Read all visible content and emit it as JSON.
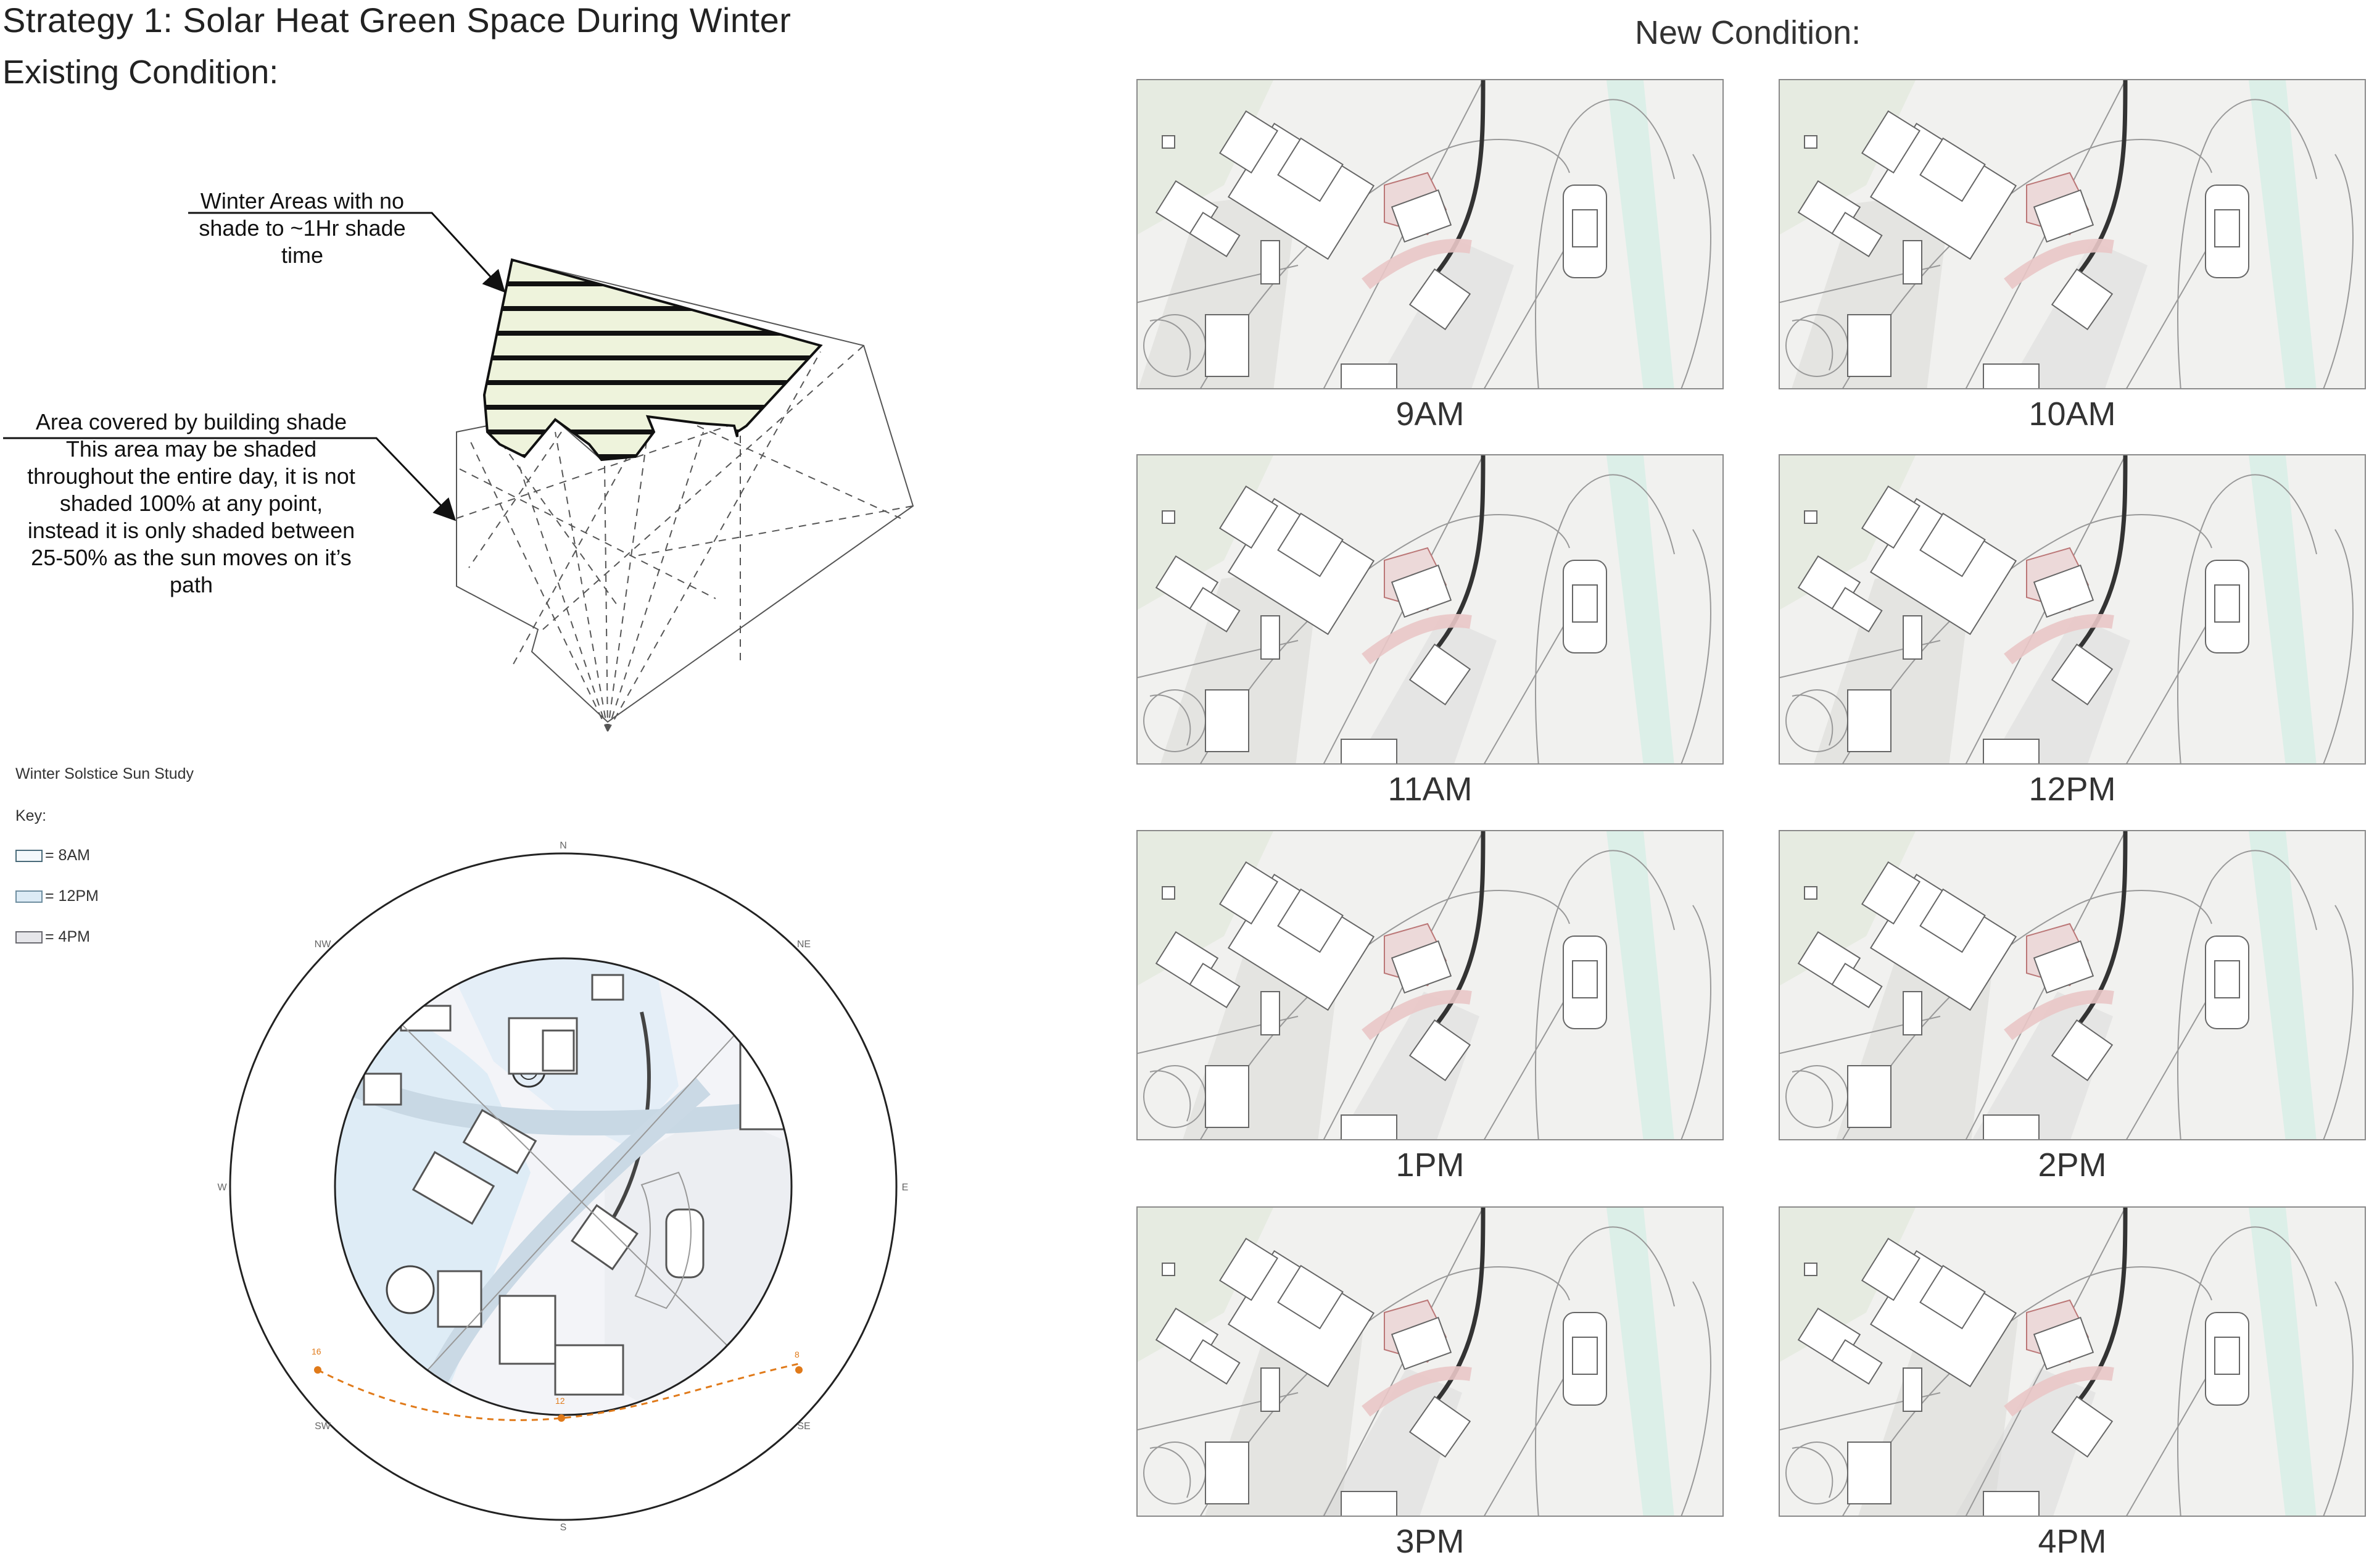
{
  "header": {
    "title": "Strategy 1: Solar Heat Green Space During Winter",
    "existing_label": "Existing Condition:",
    "new_label": "New Condition:"
  },
  "annotations": {
    "no_shade": [
      "Winter Areas with no",
      "shade to ~1Hr shade",
      "time"
    ],
    "building_shade_title": "Area covered by building shade",
    "building_shade_body": [
      "This area may be shaded",
      "throughout the entire day, it is not",
      "shaded 100% at any point,",
      "instead it is only shaded between",
      "25-50% as the sun moves on it’s",
      "path"
    ]
  },
  "sun_study": {
    "title": "Winter Solstice Sun Study",
    "key_label": "Key:",
    "key": [
      {
        "label": "= 8AM",
        "color": "#f4f8fb",
        "border": "#4a6b7a"
      },
      {
        "label": "= 12PM",
        "color": "#dcebf5",
        "border": "#6e8ea0"
      },
      {
        "label": "= 4PM",
        "color": "#e6e6ea",
        "border": "#6a6a70"
      }
    ],
    "compass": {
      "n": "N",
      "ne": "NE",
      "e": "E",
      "se": "SE",
      "s": "S",
      "sw": "SW",
      "w": "W",
      "nw": "NW"
    },
    "sun_path_labels": {
      "start": "8",
      "mid": "12",
      "end": "16"
    },
    "sun_path_color": "#e07a1a"
  },
  "panels": [
    {
      "time": "9AM"
    },
    {
      "time": "10AM"
    },
    {
      "time": "11AM"
    },
    {
      "time": "12PM"
    },
    {
      "time": "1PM"
    },
    {
      "time": "2PM"
    },
    {
      "time": "3PM"
    },
    {
      "time": "4PM"
    }
  ],
  "colors": {
    "hatch_fill": "#eef3dc",
    "path_pink": "#e9c6c6",
    "water": "#dcefe8"
  }
}
